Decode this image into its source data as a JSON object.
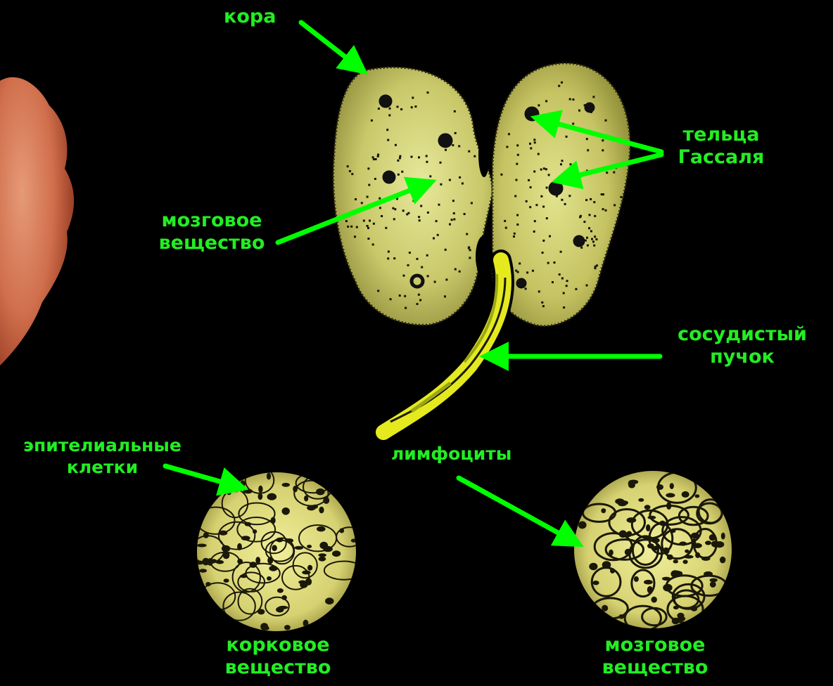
{
  "labels": {
    "cortex": "кора",
    "hassall_line1": "тельца",
    "hassall_line2": "Гассаля",
    "medulla_line1": "мозговое",
    "medulla_line2": "вещество",
    "vascular_line1": "сосудистый",
    "vascular_line2": "пучок",
    "epithelial_line1": "эпителиальные",
    "epithelial_line2": "клетки",
    "lymphocytes": "лимфоциты",
    "cortical_circle_line1": "корковое",
    "cortical_circle_line2": "вещество",
    "medulla_circle_line1": "мозговое",
    "medulla_circle_line2": "вещество"
  },
  "colors": {
    "background": "#000000",
    "label": "#22ee22",
    "arrow": "#00ff00",
    "tissue": "#d8d870",
    "stroma": "#3a3410",
    "vessel": "#e6ea20",
    "photo": "#d9795c"
  }
}
